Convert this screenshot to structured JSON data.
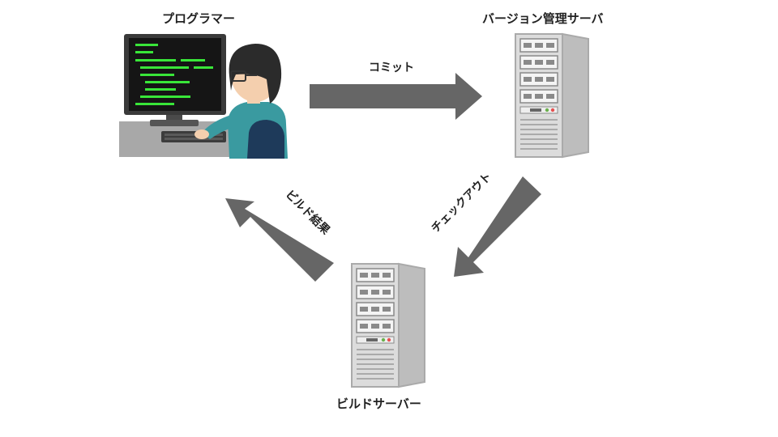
{
  "nodes": {
    "programmer": {
      "label": "プログラマー",
      "icon": "programmer-at-computer-icon"
    },
    "version_server": {
      "label": "バージョン管理サーバ",
      "icon": "server-tower-icon"
    },
    "build_server": {
      "label": "ビルドサーバー",
      "icon": "server-tower-icon"
    }
  },
  "edges": {
    "commit": "コミット",
    "checkout": "チェックアウト",
    "build_result": "ビルド結果"
  },
  "colors": {
    "arrow": "#666666",
    "terminal_text": "#39e639",
    "shirt": "#3a9aa0",
    "hair": "#2b2b2b",
    "server_body": "#d0d0d0"
  }
}
